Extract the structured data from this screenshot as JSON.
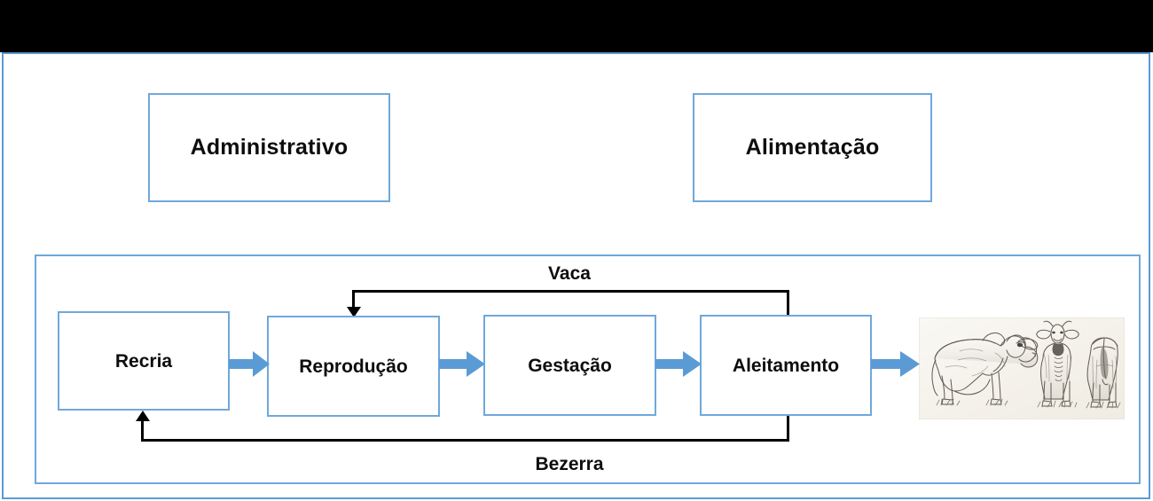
{
  "page": {
    "title_bar_color": "#000000",
    "frame_color": "#5B9BD5",
    "accent_color": "#6FA8DC",
    "arrow_color": "#5B9BD5",
    "connector_color": "#000000",
    "background": "#FFFFFF"
  },
  "modules": [
    {
      "id": "administrativo",
      "label": "Administrativo"
    },
    {
      "id": "alimentacao",
      "label": "Alimentação"
    }
  ],
  "cycle": {
    "stages": [
      {
        "id": "recria",
        "label": "Recria"
      },
      {
        "id": "reproducao",
        "label": "Reprodução"
      },
      {
        "id": "gestacao",
        "label": "Gestação"
      },
      {
        "id": "aleitamento",
        "label": "Aleitamento"
      }
    ],
    "flow_arrows": [
      {
        "id": "recria-reproducao",
        "from": "recria",
        "to": "reproducao",
        "icon": "right-block-arrow-icon"
      },
      {
        "id": "reproducao-gestacao",
        "from": "reproducao",
        "to": "gestacao",
        "icon": "right-block-arrow-icon"
      },
      {
        "id": "gestacao-aleitamento",
        "from": "gestacao",
        "to": "aleitamento",
        "icon": "right-block-arrow-icon"
      },
      {
        "id": "aleitamento-cattle",
        "from": "aleitamento",
        "to": "cattle",
        "icon": "right-block-arrow-icon"
      }
    ],
    "feedback_links": [
      {
        "id": "vaca",
        "label": "Vaca",
        "from": "aleitamento",
        "to": "reproducao",
        "route": "top"
      },
      {
        "id": "bezerra",
        "label": "Bezerra",
        "from": "aleitamento",
        "to": "recria",
        "route": "bottom"
      }
    ],
    "illustration": {
      "id": "cattle-illustration",
      "icon": "cattle-pencil-sketch-icon",
      "views": [
        "side-profile",
        "front",
        "rear"
      ],
      "background": "#F6F3EE"
    }
  }
}
